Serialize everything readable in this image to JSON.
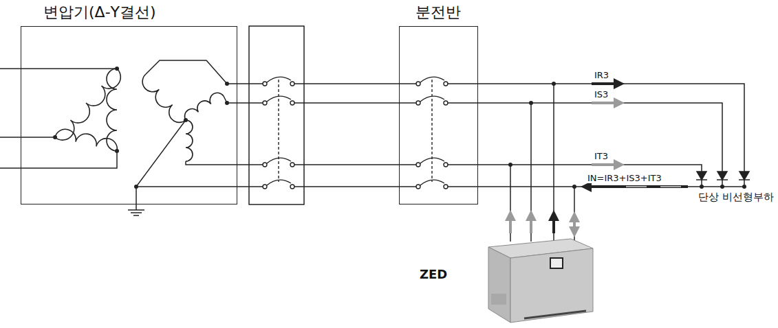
{
  "diagram": {
    "nodes": [
      {
        "text": [
          "변압기(Δ-Y결선)"
        ]
      },
      {
        "text": [
          "분전반"
        ]
      },
      {
        "text": [
          "ZED"
        ]
      }
    ],
    "labels": [
      "IR3",
      "IS3",
      "IT3",
      "IN=IR3+IS3+IT3",
      "단상 비선형부하"
    ]
  }
}
